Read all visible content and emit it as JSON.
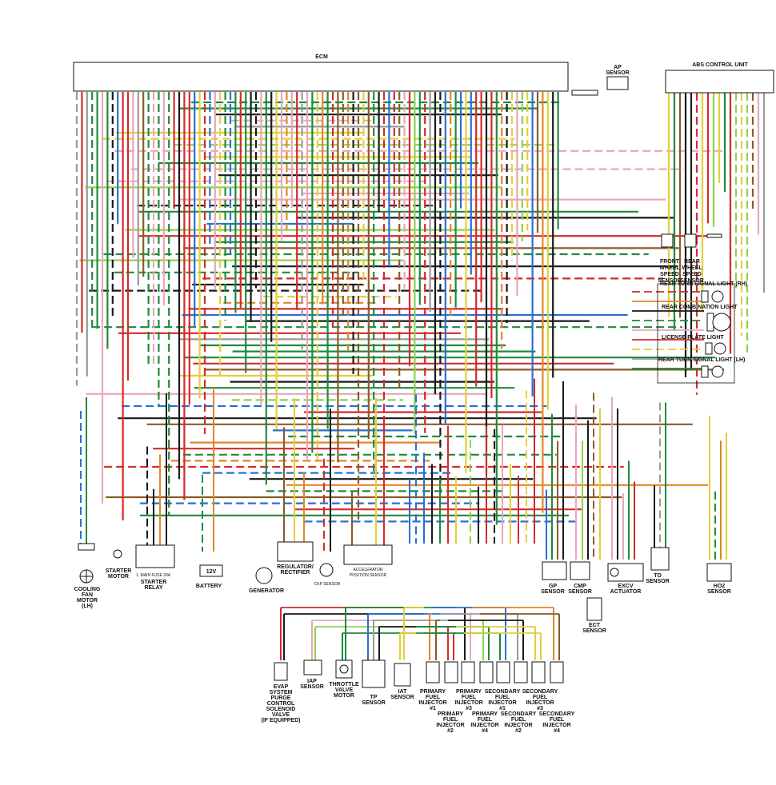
{
  "units": {
    "ecm": "ECM",
    "abs": "ABS CONTROL UNIT",
    "ap": [
      "AP",
      "SENSOR"
    ]
  },
  "right_panel": {
    "front_wheel": [
      "FRONT",
      "WHEEL",
      "SPEED",
      "SENSOR"
    ],
    "rear_wheel": [
      "REAR",
      "WHEEL",
      "SPEED",
      "SENSOR"
    ],
    "rear_turn_rh": "REAR TURN SIGNAL LIGHT (RH)",
    "rear_combination": "REAR COMBINATION LIGHT",
    "license_plate": "LICENSE PLATE LIGHT",
    "rear_turn_lh": "REAR TURN SIGNAL LIGHT (LH)"
  },
  "components": {
    "cooling_fan": [
      "COOLING",
      "FAN",
      "MOTOR",
      "(LH)"
    ],
    "starter_motor": [
      "STARTER",
      "MOTOR"
    ],
    "main_fuse": "1. MAIN FUSE 30A",
    "starter_relay": [
      "STARTER",
      "RELAY"
    ],
    "battery": "BATTERY",
    "battery_value": "12V",
    "generator": "GENERATOR",
    "regulator": [
      "REGULATOR/",
      "RECTIFIER"
    ],
    "ckp": "CKP SENSOR",
    "accelerator": [
      "ACCELERATOR",
      "POSITION SENSOR"
    ],
    "gp": [
      "GP",
      "SENSOR"
    ],
    "cmp": [
      "CMP",
      "SENSOR"
    ],
    "ect": [
      "ECT",
      "SENSOR"
    ],
    "excv": [
      "EXCV",
      "ACTUATOR"
    ],
    "to": [
      "TO",
      "SENSOR"
    ],
    "ho2": [
      "HO2",
      "SENSOR"
    ],
    "evap": [
      "EVAP",
      "SYSTEM",
      "PURGE",
      "CONTROL",
      "SOLENOID",
      "VALVE",
      "(IF EQUIPPED)"
    ],
    "iap": [
      "IAP",
      "SENSOR"
    ],
    "throttle": [
      "THROTTLE",
      "VALVE",
      "MOTOR"
    ],
    "tp": [
      "TP",
      "SENSOR"
    ],
    "iat": [
      "IAT",
      "SENSOR"
    ],
    "primary1": [
      "PRIMARY",
      "FUEL",
      "INJECTOR",
      "#1"
    ],
    "primary3": [
      "PRIMARY",
      "FUEL",
      "INJECTOR",
      "#3"
    ],
    "secondary1": [
      "SECONDARY",
      "FUEL",
      "INJECTOR",
      "#1"
    ],
    "secondary3": [
      "SECONDARY",
      "FUEL",
      "INJECTOR",
      "#3"
    ],
    "primary2": [
      "PRIMARY",
      "FUEL",
      "INJECTOR",
      "#2"
    ],
    "primary4": [
      "PRIMARY",
      "FUEL",
      "INJECTOR",
      "#4"
    ],
    "secondary2": [
      "SECONDARY",
      "FUEL",
      "INJECTOR",
      "#2"
    ],
    "secondary4": [
      "SECONDARY",
      "FUEL",
      "INJECTOR",
      "#4"
    ]
  },
  "wire_colors": {
    "red": "#d42a2a",
    "green": "#1f8a3c",
    "yellow": "#e3cf3a",
    "black": "#1a1a1a",
    "blue": "#2a6fcf",
    "orange": "#e0862a",
    "pink": "#e8a7b8",
    "gray": "#9a9a9a",
    "white": "#cfcfcf",
    "brown": "#8a5a2a",
    "lgreen": "#8fd14f"
  }
}
